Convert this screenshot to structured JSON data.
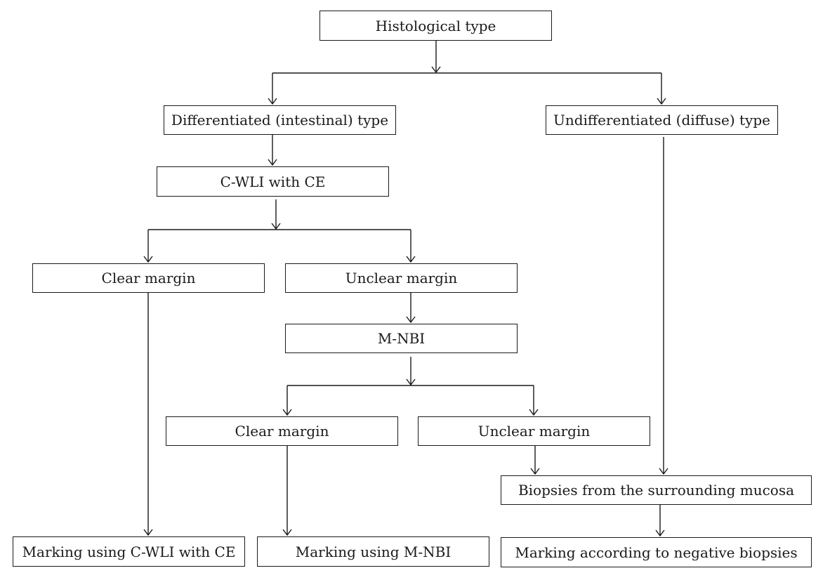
{
  "diagram": {
    "nodes": {
      "histological_type": "Histological type",
      "differentiated": "Differentiated (intestinal) type",
      "undifferentiated": "Undifferentiated (diffuse) type",
      "cwli_ce": "C-WLI with CE",
      "clear_margin_1": "Clear margin",
      "unclear_margin_1": "Unclear margin",
      "m_nbi": "M-NBI",
      "clear_margin_2": "Clear margin",
      "unclear_margin_2": "Unclear margin",
      "biopsies": "Biopsies from the surrounding mucosa",
      "marking_cwli": "Marking using C-WLI with CE",
      "marking_mnbi": "Marking using M-NBI",
      "marking_biopsies": "Marking according to negative biopsies"
    },
    "edges": [
      {
        "from": "histological_type",
        "to": "differentiated"
      },
      {
        "from": "histological_type",
        "to": "undifferentiated"
      },
      {
        "from": "differentiated",
        "to": "cwli_ce"
      },
      {
        "from": "cwli_ce",
        "to": "clear_margin_1"
      },
      {
        "from": "cwli_ce",
        "to": "unclear_margin_1"
      },
      {
        "from": "clear_margin_1",
        "to": "marking_cwli"
      },
      {
        "from": "unclear_margin_1",
        "to": "m_nbi"
      },
      {
        "from": "m_nbi",
        "to": "clear_margin_2"
      },
      {
        "from": "m_nbi",
        "to": "unclear_margin_2"
      },
      {
        "from": "clear_margin_2",
        "to": "marking_mnbi"
      },
      {
        "from": "unclear_margin_2",
        "to": "biopsies"
      },
      {
        "from": "undifferentiated",
        "to": "biopsies"
      },
      {
        "from": "biopsies",
        "to": "marking_biopsies"
      }
    ],
    "line_color": "#1a1a1a",
    "box_border_color": "#1a1a1a",
    "background": "#ffffff"
  }
}
